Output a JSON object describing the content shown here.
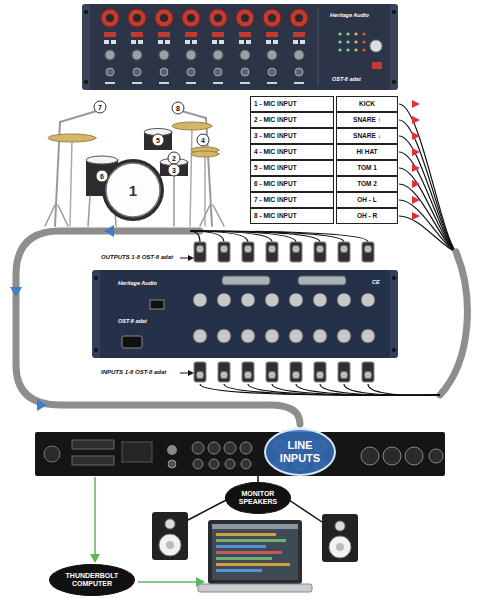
{
  "diagram": {
    "nodes": [
      {
        "text": [
          "1 - MIC INPUT",
          "KICK"
        ]
      },
      {
        "text": [
          "2 - MIC INPUT",
          "SNARE ↑"
        ]
      },
      {
        "text": [
          "3 - MIC INPUT",
          "SNARE ↓"
        ]
      },
      {
        "text": [
          "4 - MIC INPUT",
          "HI HAT"
        ]
      },
      {
        "text": [
          "5 - MIC INPUT",
          "TOM 1"
        ]
      },
      {
        "text": [
          "6 - MIC INPUT",
          "TOM 2"
        ]
      },
      {
        "text": [
          "7 - MIC INPUT",
          "OH - L"
        ]
      },
      {
        "text": [
          "8 - MIC INPUT",
          "OH - R"
        ]
      },
      {
        "text": [
          "LINE INPUTS"
        ]
      },
      {
        "text": [
          "MONITOR SPEAKERS"
        ]
      },
      {
        "text": [
          "THUNDERBOLT COMPUTER"
        ]
      }
    ],
    "labels": [
      "Heritage Audio",
      "OST-8 adat",
      "7",
      "8",
      "5",
      "4",
      "6",
      "2",
      "3",
      "1",
      "OUTPUTS 1-8 OST-8 adat",
      "Heritage Audio",
      "OST-8 adat",
      "CE",
      "INPUTS 1-8 OST-8 adat"
    ]
  }
}
